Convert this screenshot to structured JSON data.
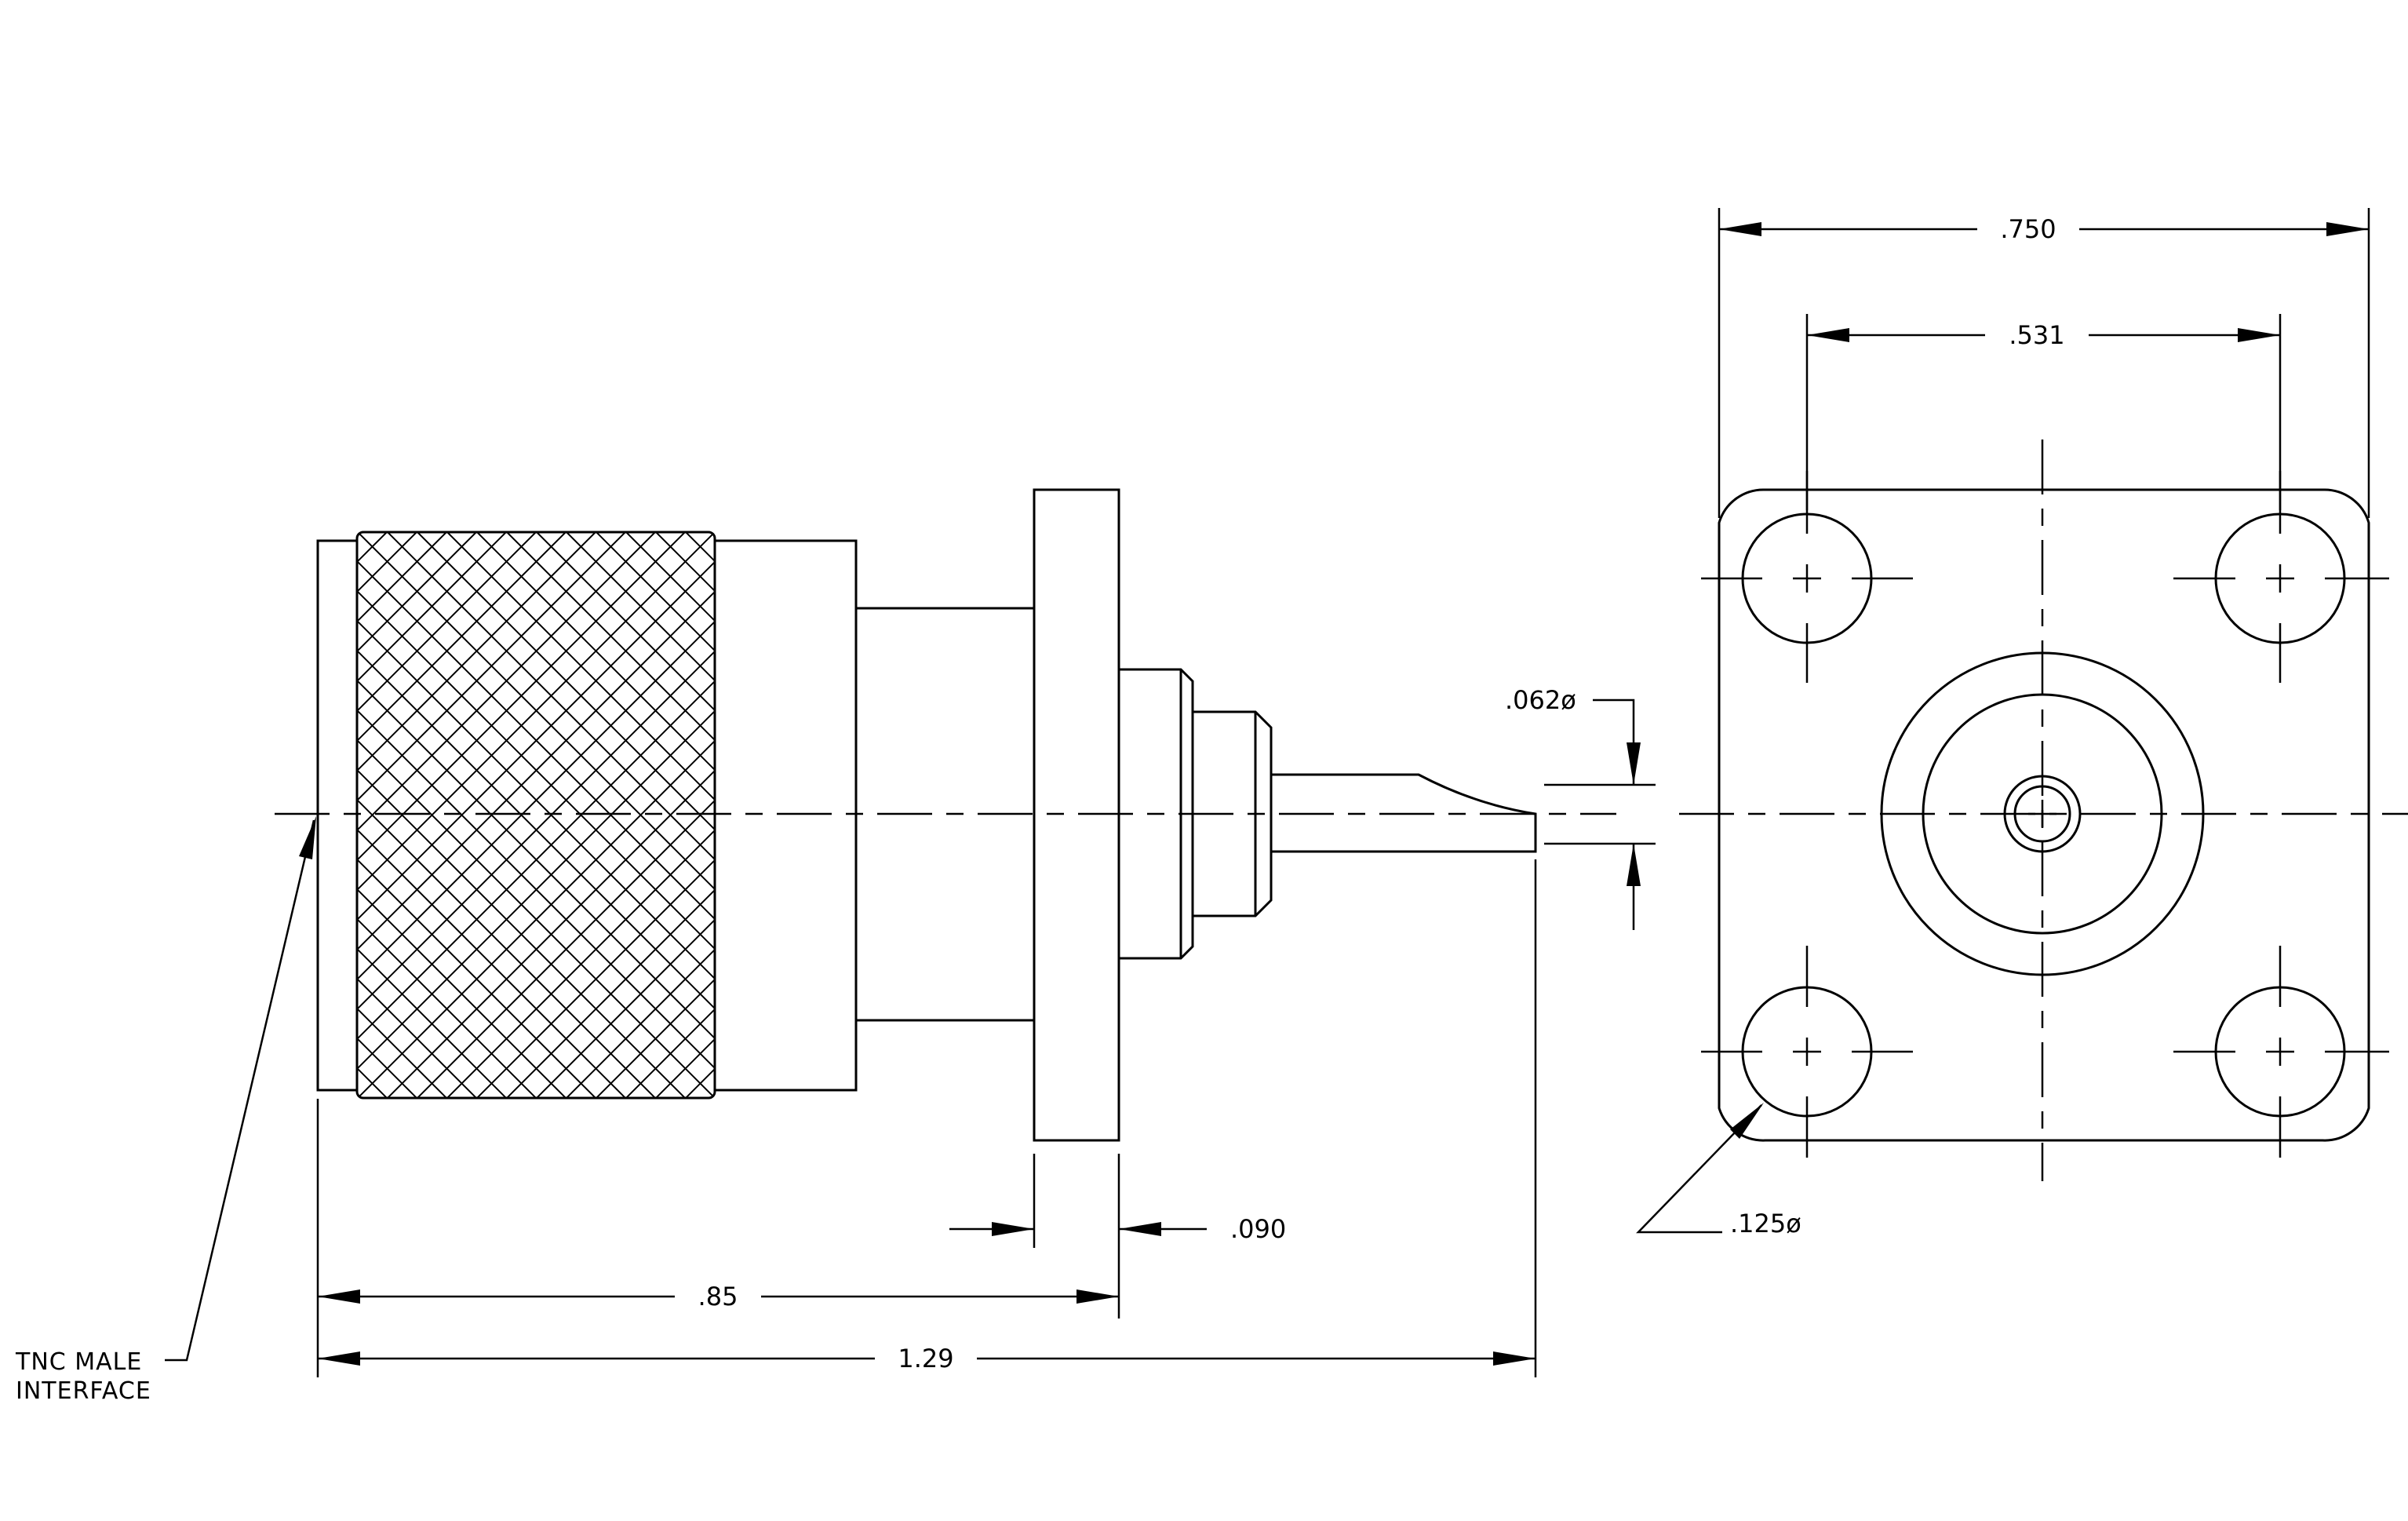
{
  "diagram": {
    "dimensions": {
      "overall_width": ".750",
      "hole_spacing": ".531",
      "contact_diameter": ".062ø",
      "flange_thickness": ".090",
      "mounting_hole_diameter": ".125ø",
      "flange_position": ".85",
      "overall_length": "1.29"
    },
    "note": {
      "line1": "TNC MALE",
      "line2": "INTERFACE"
    }
  }
}
